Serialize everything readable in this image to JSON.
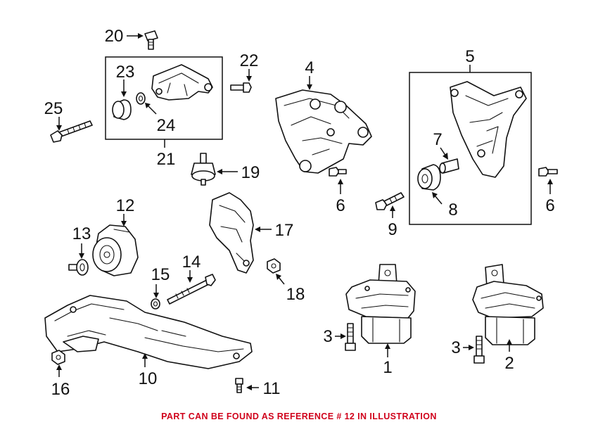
{
  "colors": {
    "ink": "#111111",
    "note": "#d0021b",
    "background": "#ffffff"
  },
  "callouts": {
    "c1": "1",
    "c2": "2",
    "c3a": "3",
    "c3b": "3",
    "c4": "4",
    "c5": "5",
    "c6a": "6",
    "c6b": "6",
    "c7": "7",
    "c8": "8",
    "c9": "9",
    "c10": "10",
    "c11": "11",
    "c12": "12",
    "c13": "13",
    "c14": "14",
    "c15": "15",
    "c16": "16",
    "c17": "17",
    "c18": "18",
    "c19": "19",
    "c20": "20",
    "c21": "21",
    "c22": "22",
    "c23": "23",
    "c24": "24",
    "c25": "25"
  },
  "note": "PART CAN BE FOUND AS REFERENCE # 12 IN ILLUSTRATION"
}
